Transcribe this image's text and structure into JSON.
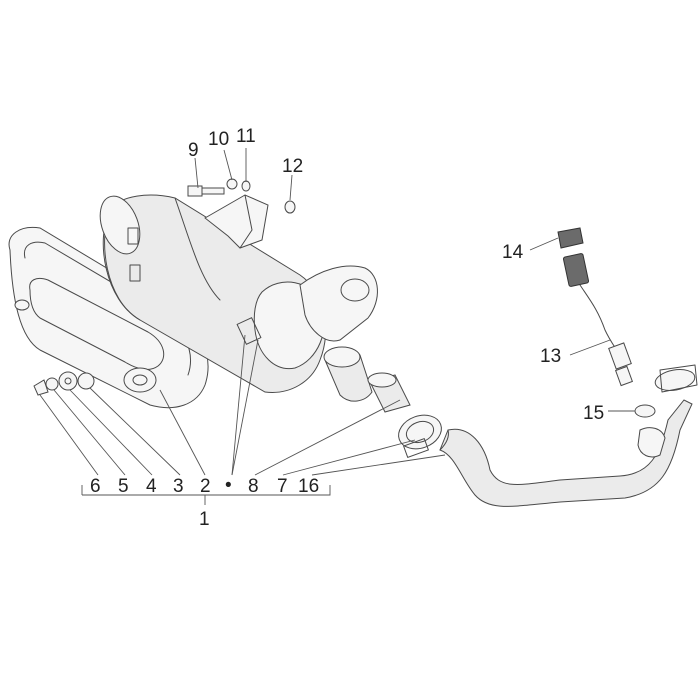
{
  "callouts": {
    "c1": "1",
    "c2": "2",
    "c3": "3",
    "c4": "4",
    "c5": "5",
    "c6": "6",
    "c7": "7",
    "c8": "8",
    "c9": "9",
    "c10": "10",
    "c11": "11",
    "c12": "12",
    "c13": "13",
    "c14": "14",
    "c15": "15",
    "c16": "16",
    "bullet": "•"
  },
  "colors": {
    "line": "#4a4a4a",
    "fill": "#ebebeb",
    "text": "#222222"
  }
}
